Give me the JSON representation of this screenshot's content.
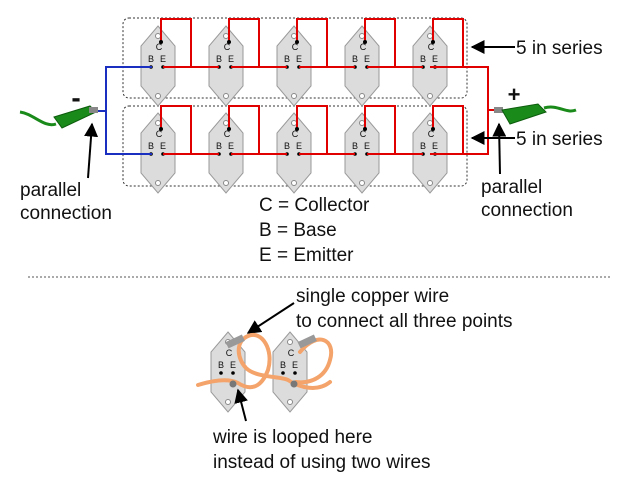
{
  "pin_labels": {
    "collector": "C",
    "base": "B",
    "emitter": "E"
  },
  "labels": {
    "series_top": "5 in series",
    "series_bottom": "5 in series",
    "parallel_left_line1": "parallel",
    "parallel_left_line2": "connection",
    "parallel_right_line1": "parallel",
    "parallel_right_line2": "connection",
    "minus": "-",
    "plus": "+"
  },
  "legend": {
    "collector": "C = Collector",
    "base": "B = Base",
    "emitter": "E = Emitter"
  },
  "detail": {
    "note_top_line1": "single copper wire",
    "note_top_line2": "to connect all three points",
    "note_bottom_line1": "wire is looped here",
    "note_bottom_line2": "instead of using two wires"
  },
  "colors": {
    "transistor_body": "#dcdcdc",
    "series_wire": "#e00000",
    "parallel_wire": "#1a2fbf",
    "lead": "#1a8a1a",
    "copper_wire": "#f4a46a"
  },
  "layout_info": {
    "transistors_per_row": 5,
    "rows": 2
  }
}
